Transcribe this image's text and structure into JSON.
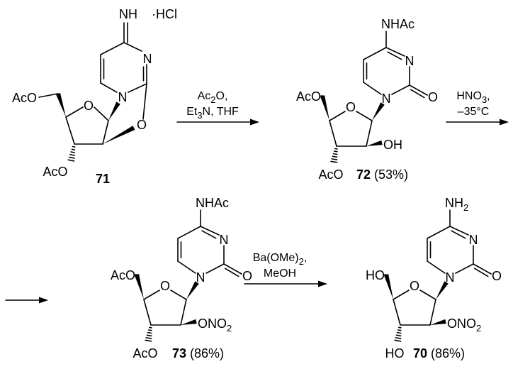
{
  "colors": {
    "nitrate_highlight": "#138a13",
    "ink": "#000000"
  },
  "atom_labels": {
    "ring_oxygen": "O",
    "nitrogen": "N",
    "carbonyl_oxygen": "O",
    "bridge_oxygen": "O"
  },
  "compounds": [
    {
      "id": "71",
      "yield": "",
      "c5_group": [
        {
          "t": "AcO"
        }
      ],
      "c3_group": [
        {
          "t": "AcO"
        }
      ],
      "c4_group": [
        {
          "t": "NH"
        }
      ],
      "salt": [
        {
          "t": "·HCl"
        }
      ]
    },
    {
      "id": "72",
      "yield": "(53%)",
      "c5_group": [
        {
          "t": "AcO"
        }
      ],
      "c3_group": [
        {
          "t": "AcO"
        }
      ],
      "c2_group": [
        {
          "t": "OH"
        }
      ],
      "c4_group": [
        {
          "t": "NHAc"
        }
      ]
    },
    {
      "id": "73",
      "yield": "(86%)",
      "c5_group": [
        {
          "t": "AcO"
        }
      ],
      "c3_group": [
        {
          "t": "AcO"
        }
      ],
      "c2_group": [
        {
          "t": "ONO"
        },
        {
          "t": "2",
          "sub": true
        }
      ],
      "c4_group": [
        {
          "t": "NHAc"
        }
      ]
    },
    {
      "id": "70",
      "yield": "(86%)",
      "c5_group": [
        {
          "t": "HO"
        }
      ],
      "c3_group": [
        {
          "t": "HO"
        }
      ],
      "c2_group": [
        {
          "t": "ONO"
        },
        {
          "t": "2",
          "sub": true
        }
      ],
      "c4_group": [
        {
          "t": "NH"
        },
        {
          "t": "2",
          "sub": true
        }
      ]
    }
  ],
  "reactions": [
    {
      "reagents": [
        [
          {
            "t": "Ac"
          },
          {
            "t": "2",
            "sub": true
          },
          {
            "t": "O,"
          }
        ],
        [
          {
            "t": "Et"
          },
          {
            "t": "3",
            "sub": true
          },
          {
            "t": "N, THF"
          }
        ]
      ]
    },
    {
      "reagents": [
        [
          {
            "t": "HNO"
          },
          {
            "t": "3",
            "sub": true
          },
          {
            "t": ","
          }
        ],
        [
          {
            "t": "–35°C"
          }
        ]
      ]
    },
    {
      "reagents": [
        [
          {
            "t": "Ba(OMe)"
          },
          {
            "t": "2",
            "sub": true
          },
          {
            "t": ","
          }
        ],
        [
          {
            "t": "MeOH"
          }
        ]
      ]
    }
  ]
}
